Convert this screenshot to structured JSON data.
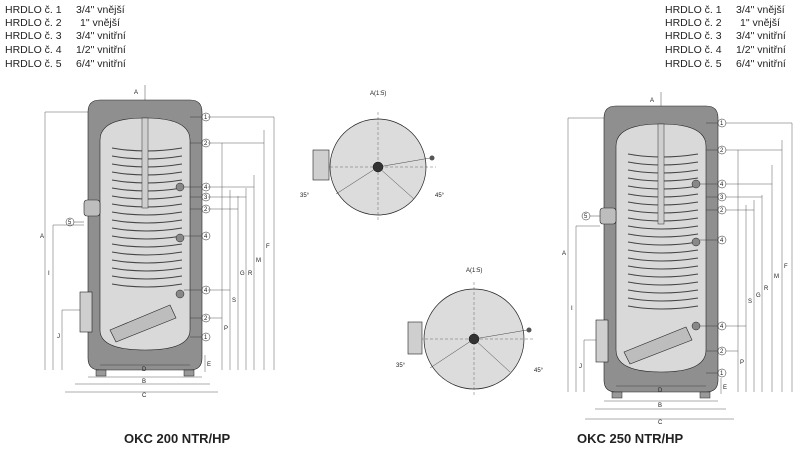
{
  "legend_left": [
    {
      "label": "HRDLO č. 1",
      "value": "3/4\" vnější"
    },
    {
      "label": "HRDLO č. 2",
      "value": "1\" vnější"
    },
    {
      "label": "HRDLO č. 3",
      "value": "3/4\" vnitřní"
    },
    {
      "label": "HRDLO č. 4",
      "value": "1/2\" vnitřní"
    },
    {
      "label": "HRDLO č. 5",
      "value": "6/4\" vnitřní"
    }
  ],
  "legend_right": [
    {
      "label": "HRDLO č. 1",
      "value": "3/4\" vnější"
    },
    {
      "label": "HRDLO č. 2",
      "value": "1\" vnější"
    },
    {
      "label": "HRDLO č. 3",
      "value": "3/4\" vnitřní"
    },
    {
      "label": "HRDLO č. 4",
      "value": "1/2\" vnitřní"
    },
    {
      "label": "HRDLO č. 5",
      "value": "6/4\" vnitřní"
    }
  ],
  "titles": {
    "left": "OKC 200 NTR/HP",
    "right": "OKC 250 NTR/HP"
  },
  "top_views": {
    "upper_label": "A(1:5)",
    "lower_label": "A(1:5)",
    "angle_a": "35°",
    "angle_b": "45°"
  },
  "markers": {
    "section_a": "A",
    "n1": "1",
    "n2": "2",
    "n3": "3",
    "n4": "4",
    "n5": "5"
  },
  "dims": {
    "A": "A",
    "B": "B",
    "C": "C",
    "D": "D",
    "E": "E",
    "F": "F",
    "G": "G",
    "I": "I",
    "J": "J",
    "M": "M",
    "P": "P",
    "R": "R",
    "S": "S"
  }
}
